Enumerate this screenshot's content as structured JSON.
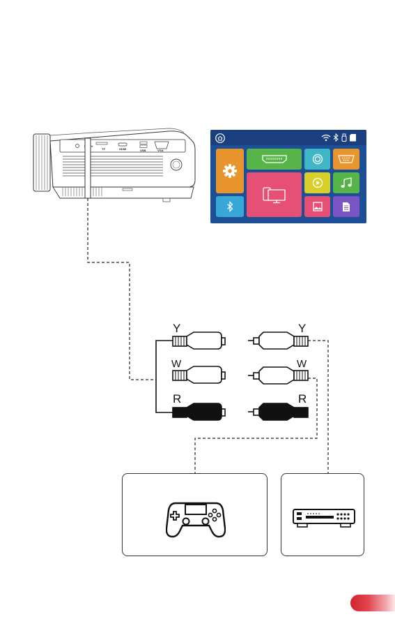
{
  "projector": {
    "port_labels": [
      "AV",
      "TF",
      "HDMI",
      "USB",
      "VGA"
    ]
  },
  "launcher": {
    "icons": [
      "home-icon",
      "wifi-icon",
      "bluetooth-icon",
      "usb-icon",
      "sd-card-icon"
    ],
    "tiles": [
      {
        "name": "settings",
        "icon": "gear-icon",
        "color": "#e8952e"
      },
      {
        "name": "hdmi",
        "icon": "hdmi-icon",
        "color": "#57b449"
      },
      {
        "name": "miracast",
        "icon": "mirror-icon",
        "color": "#3fb7c6"
      },
      {
        "name": "vga",
        "icon": "vga-icon",
        "color": "#e8952e"
      },
      {
        "name": "screen-mirroring",
        "icon": "phone-monitor-icon",
        "color": "#e64f76"
      },
      {
        "name": "video",
        "icon": "play-icon",
        "color": "#d8cf2a"
      },
      {
        "name": "music",
        "icon": "music-icon",
        "color": "#57b449"
      },
      {
        "name": "bluetooth",
        "icon": "bluetooth-icon",
        "color": "#36a7d6"
      },
      {
        "name": "photo",
        "icon": "photo-icon",
        "color": "#e64f76"
      },
      {
        "name": "document",
        "icon": "document-icon",
        "color": "#7b54c5"
      }
    ]
  },
  "rca": {
    "left": [
      "Y",
      "W",
      "R"
    ],
    "right": [
      "Y",
      "W",
      "R"
    ]
  },
  "devices": [
    {
      "name": "game-console",
      "icon": "gamepad-icon"
    },
    {
      "name": "dvd-player",
      "icon": "dvd-player-icon"
    }
  ],
  "colors": {
    "accent_red": "#d3242f",
    "screen_bg": "#1d4f96"
  }
}
